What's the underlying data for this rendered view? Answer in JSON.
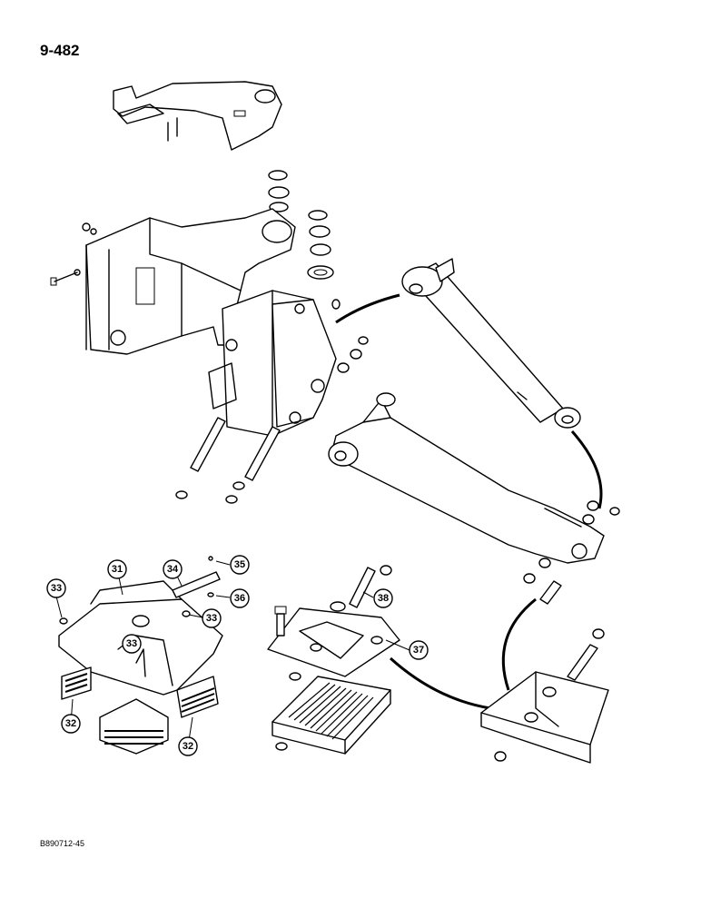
{
  "page_label": "9-482",
  "document_code": "B890712-45",
  "callouts": [
    {
      "id": "c31",
      "label": "31"
    },
    {
      "id": "c32a",
      "label": "32"
    },
    {
      "id": "c32b",
      "label": "32"
    },
    {
      "id": "c33a",
      "label": "33"
    },
    {
      "id": "c33b",
      "label": "33"
    },
    {
      "id": "c33c",
      "label": "33"
    },
    {
      "id": "c34",
      "label": "34"
    },
    {
      "id": "c35",
      "label": "35"
    },
    {
      "id": "c36",
      "label": "36"
    },
    {
      "id": "c37",
      "label": "37"
    },
    {
      "id": "c38",
      "label": "38"
    }
  ]
}
